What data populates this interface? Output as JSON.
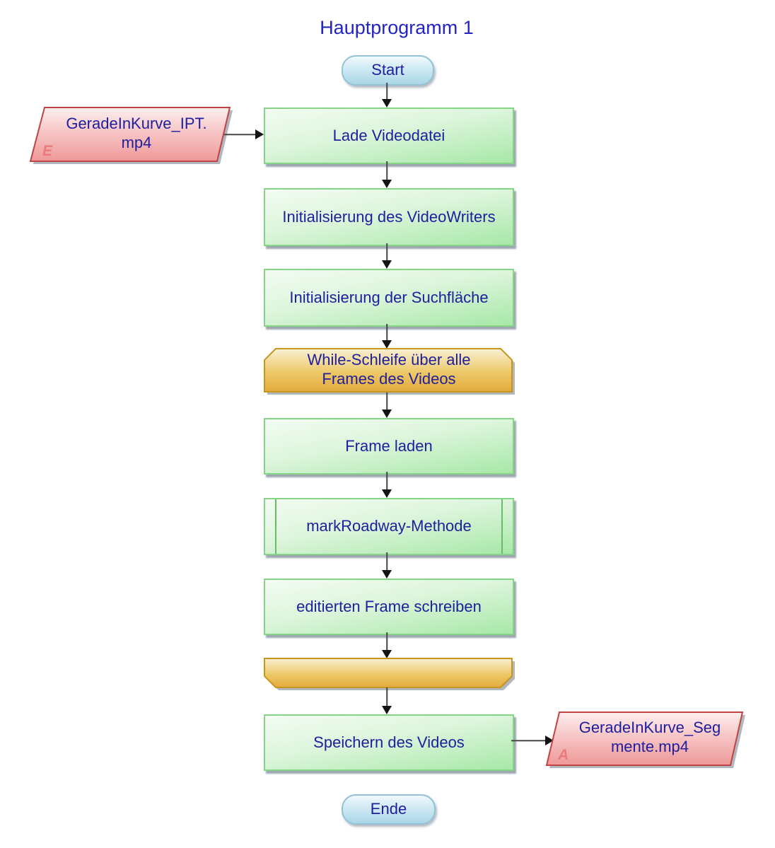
{
  "title": "Hauptprogramm 1",
  "colors": {
    "title_text": "#2424c4",
    "node_text": "#1e1e9e",
    "process_fill_bottom": "#a7e8a7",
    "process_border": "#86d586",
    "loop_fill_bottom": "#e2ab3c",
    "loop_border": "#c9951f",
    "io_fill_bottom": "#ee9898",
    "io_border": "#c14343",
    "terminal_fill_bottom": "#a9d6e6",
    "terminal_border": "#93c2d4",
    "io_tag_color": "#ec7a7a",
    "arrow_color": "#131313"
  },
  "nodes": {
    "start": {
      "label": "Start"
    },
    "input_file": {
      "label": "GeradeInKurve_IPT.\nmp4",
      "tag": "E"
    },
    "load_video": {
      "label": "Lade Videodatei"
    },
    "init_videowriter": {
      "label": "Initialisierung des VideoWriters"
    },
    "init_searcharea": {
      "label": "Initialisierung der Suchfläche"
    },
    "while_loop": {
      "label": "While-Schleife über alle\nFrames des Videos"
    },
    "load_frame": {
      "label": "Frame laden"
    },
    "mark_roadway": {
      "label": "markRoadway-Methode"
    },
    "write_frame": {
      "label": "editierten Frame schreiben"
    },
    "loop_end": {
      "label": ""
    },
    "save_video": {
      "label": "Speichern des Videos"
    },
    "output_file": {
      "label": "GeradeInKurve_Seg\nmente.mp4",
      "tag": "A"
    },
    "ende": {
      "label": "Ende"
    }
  }
}
